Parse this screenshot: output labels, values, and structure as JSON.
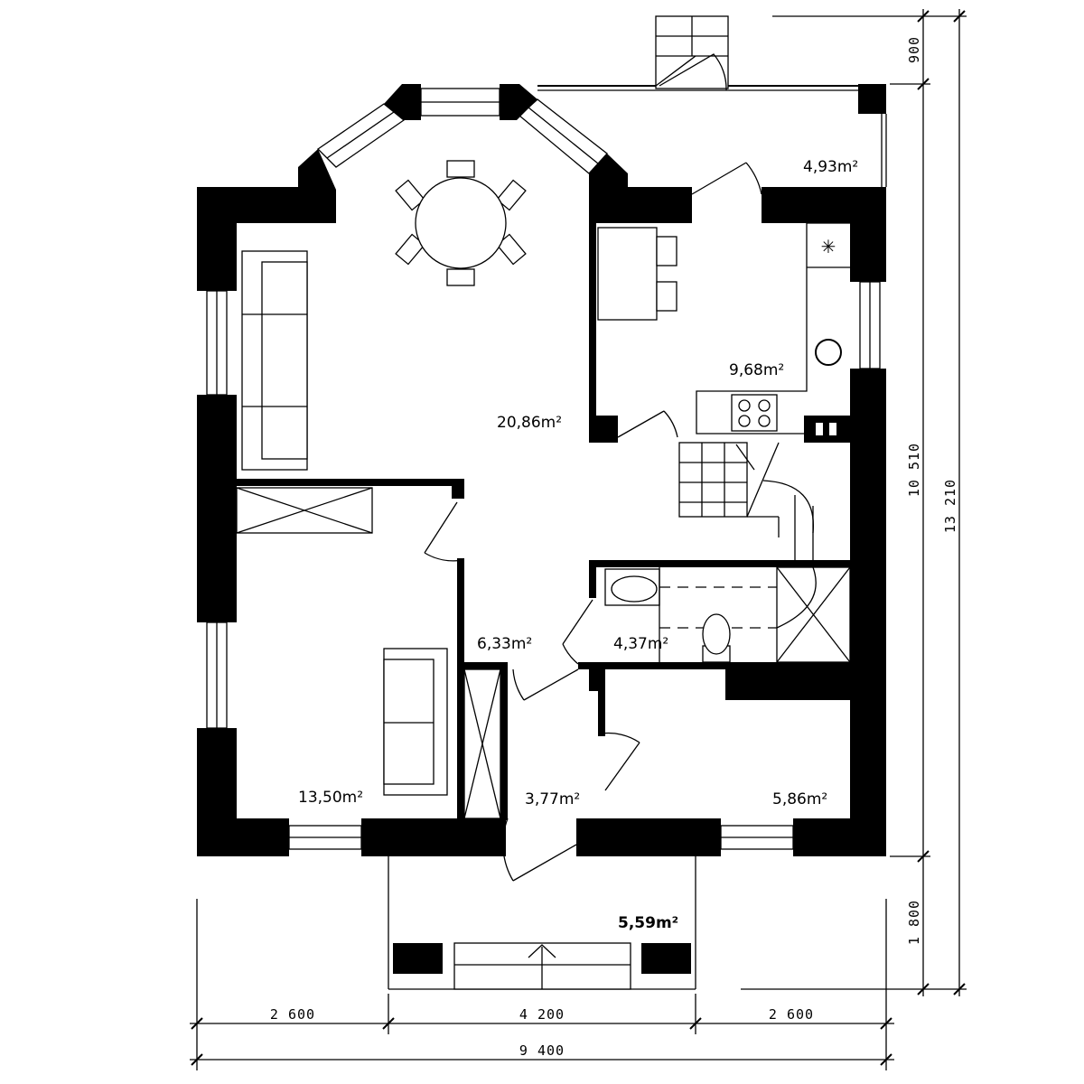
{
  "rooms": [
    {
      "id": "living-dining",
      "area": "20,86m²"
    },
    {
      "id": "kitchen",
      "area": "9,68m²"
    },
    {
      "id": "back-porch",
      "area": "4,93m²"
    },
    {
      "id": "bedroom",
      "area": "13,50m²"
    },
    {
      "id": "hall",
      "area": "6,33m²"
    },
    {
      "id": "bathroom",
      "area": "4,37m²"
    },
    {
      "id": "vestibule",
      "area": "3,77m²"
    },
    {
      "id": "utility",
      "area": "5,86m²"
    },
    {
      "id": "front-porch",
      "area": "5,59m²"
    }
  ],
  "dimensions": {
    "bottom_segments": [
      "2 600",
      "4 200",
      "2 600"
    ],
    "bottom_total": "9 400",
    "right_segments": [
      "900",
      "10 510",
      "1 800"
    ],
    "right_total": "13 210"
  }
}
